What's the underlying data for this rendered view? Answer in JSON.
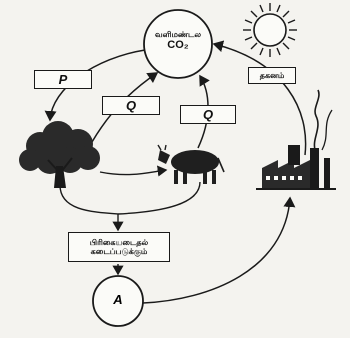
{
  "diagram": {
    "co2_pool": {
      "line1": "வளிமண்டல",
      "line2": "CO₂"
    },
    "labels": {
      "p": "P",
      "q_left": "Q",
      "q_right": "Q",
      "sun_box": "தகனம்",
      "decomposition_line1": "பிரிகையடைதல்",
      "decomposition_line2": "கடைப்படுக்கும்",
      "a": "A"
    },
    "icons": {
      "sun": "sun-icon",
      "tree": "tree-icon",
      "cow": "cow-icon",
      "factory": "factory-icon"
    },
    "colors": {
      "ink": "#1a1a1a",
      "paper": "#f4f3ef"
    }
  }
}
